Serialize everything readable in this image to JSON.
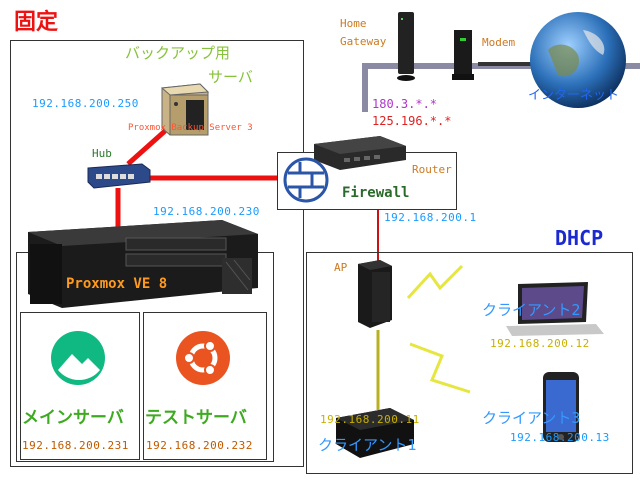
{
  "title_fixed": "固定",
  "title_dhcp": "DHCP",
  "backup_server": {
    "label_line1": "バックアップ用",
    "label_line2": "サーバ",
    "ip": "192.168.200.250",
    "device": "Proxmox Backup Server 3"
  },
  "hub": {
    "label": "Hub"
  },
  "home_gateway": {
    "label_line1": "Home",
    "label_line2": "Gateway"
  },
  "modem": {
    "label": "Modem"
  },
  "internet": {
    "label": "インターネット"
  },
  "wan_ips": [
    "180.3.*.*",
    "125.196.*.*"
  ],
  "router": {
    "label": "Router",
    "firewall_label": "Firewall",
    "lan_ip": "192.168.200.1"
  },
  "proxmox": {
    "label": "Proxmox VE 8",
    "ip": "192.168.200.230"
  },
  "main_server": {
    "label": "メインサーバ",
    "ip": "192.168.200.231"
  },
  "test_server": {
    "label": "テストサーバ",
    "ip": "192.168.200.232"
  },
  "ap": {
    "label": "AP"
  },
  "client1": {
    "label": "クライアント1",
    "ip": "192.168.200.11"
  },
  "client2": {
    "label": "クライアント2",
    "ip": "192.168.200.12"
  },
  "client3": {
    "label": "クライアント3",
    "ip": "192.168.200.13"
  },
  "colors": {
    "red_link": "#ee1111",
    "gray_link": "#8a8aa5",
    "dark_link": "#333333",
    "olive_link": "#b8b020",
    "wifi": "#e6e640"
  }
}
